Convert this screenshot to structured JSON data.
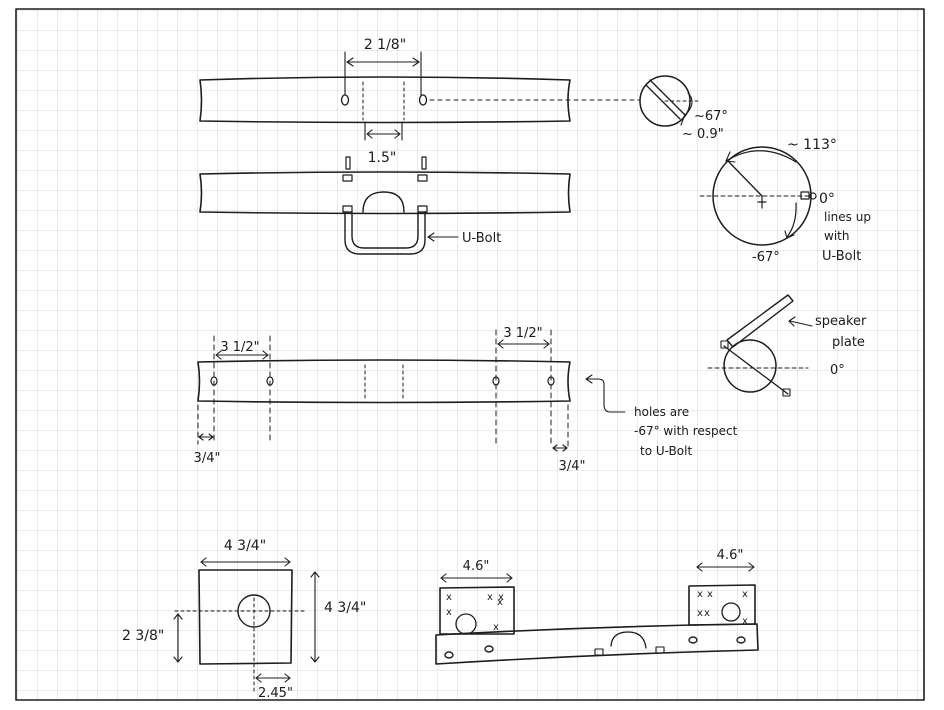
{
  "labels": {
    "top_spacing": "2 1/8\"",
    "top_center_width": "1.5\"",
    "ubolt": "U-Bolt",
    "angle_67": "~67°",
    "dist_09": "~ 0.9\"",
    "angle_113": "~ 113°",
    "zero_deg_a": "0°",
    "lines_up_1": "lines up",
    "lines_up_2": "with",
    "lines_up_3": "U-Bolt",
    "neg67": "-67°",
    "speaker_1": "speaker",
    "speaker_2": "plate",
    "zero_deg_b": "0°",
    "mid_left_spacing": "3 1/2\"",
    "mid_right_spacing": "3 1/2\"",
    "holes_1": "holes are",
    "holes_2": "-67° with respect",
    "holes_3": "to  U-Bolt",
    "edge_left": "3/4\"",
    "edge_right": "3/4\"",
    "plate_width": "4 3/4\"",
    "plate_height": "4 3/4\"",
    "plate_offset_y": "2 3/8\"",
    "plate_offset_x": "2.45\"",
    "bracket_left": "4.6\"",
    "bracket_right": "4.6\""
  }
}
